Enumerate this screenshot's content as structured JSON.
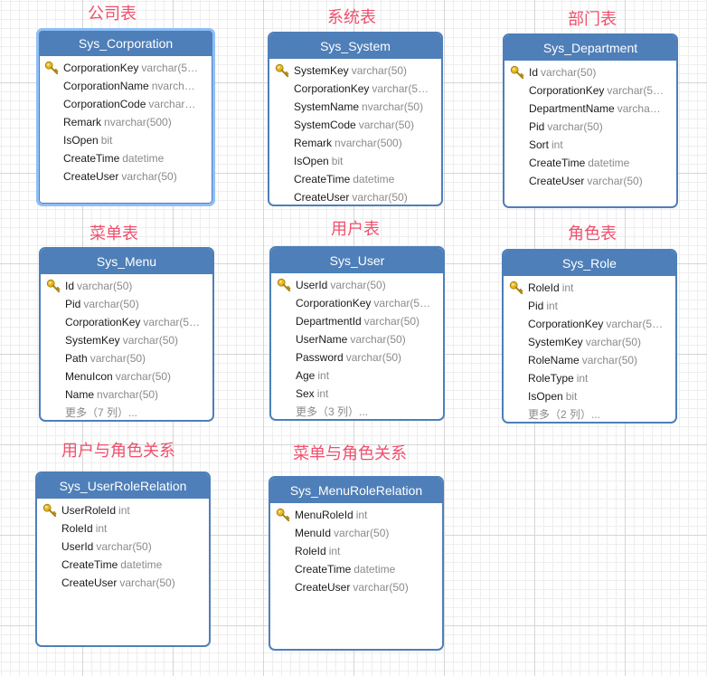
{
  "tables": [
    {
      "id": "corporation",
      "caption": "公司表",
      "name": "Sys_Corporation",
      "selected": true,
      "columns": [
        {
          "name": "CorporationKey",
          "type": "varchar(5…",
          "key": true
        },
        {
          "name": "CorporationName",
          "type": "nvarch…",
          "key": false
        },
        {
          "name": "CorporationCode",
          "type": "varchar…",
          "key": false
        },
        {
          "name": "Remark",
          "type": "nvarchar(500)",
          "key": false
        },
        {
          "name": "IsOpen",
          "type": "bit",
          "key": false
        },
        {
          "name": "CreateTime",
          "type": "datetime",
          "key": false
        },
        {
          "name": "CreateUser",
          "type": "varchar(50)",
          "key": false
        }
      ]
    },
    {
      "id": "system",
      "caption": "系统表",
      "name": "Sys_System",
      "selected": false,
      "columns": [
        {
          "name": "SystemKey",
          "type": "varchar(50)",
          "key": true
        },
        {
          "name": "CorporationKey",
          "type": "varchar(5…",
          "key": false
        },
        {
          "name": "SystemName",
          "type": "nvarchar(50)",
          "key": false
        },
        {
          "name": "SystemCode",
          "type": "varchar(50)",
          "key": false
        },
        {
          "name": "Remark",
          "type": "nvarchar(500)",
          "key": false
        },
        {
          "name": "IsOpen",
          "type": "bit",
          "key": false
        },
        {
          "name": "CreateTime",
          "type": "datetime",
          "key": false
        },
        {
          "name": "CreateUser",
          "type": "varchar(50)",
          "key": false
        }
      ]
    },
    {
      "id": "department",
      "caption": "部门表",
      "name": "Sys_Department",
      "selected": false,
      "columns": [
        {
          "name": "Id",
          "type": "varchar(50)",
          "key": true
        },
        {
          "name": "CorporationKey",
          "type": "varchar(5…",
          "key": false
        },
        {
          "name": "DepartmentName",
          "type": "varcha…",
          "key": false
        },
        {
          "name": "Pid",
          "type": "varchar(50)",
          "key": false
        },
        {
          "name": "Sort",
          "type": "int",
          "key": false
        },
        {
          "name": "CreateTime",
          "type": "datetime",
          "key": false
        },
        {
          "name": "CreateUser",
          "type": "varchar(50)",
          "key": false
        }
      ]
    },
    {
      "id": "menu",
      "caption": "菜单表",
      "name": "Sys_Menu",
      "selected": false,
      "columns": [
        {
          "name": "Id",
          "type": "varchar(50)",
          "key": true
        },
        {
          "name": "Pid",
          "type": "varchar(50)",
          "key": false
        },
        {
          "name": "CorporationKey",
          "type": "varchar(5…",
          "key": false
        },
        {
          "name": "SystemKey",
          "type": "varchar(50)",
          "key": false
        },
        {
          "name": "Path",
          "type": "varchar(50)",
          "key": false
        },
        {
          "name": "MenuIcon",
          "type": "varchar(50)",
          "key": false
        },
        {
          "name": "Name",
          "type": "nvarchar(50)",
          "key": false
        }
      ],
      "more": "更多（7 列）..."
    },
    {
      "id": "user",
      "caption": "用户表",
      "name": "Sys_User",
      "selected": false,
      "columns": [
        {
          "name": "UserId",
          "type": "varchar(50)",
          "key": true
        },
        {
          "name": "CorporationKey",
          "type": "varchar(5…",
          "key": false
        },
        {
          "name": "DepartmentId",
          "type": "varchar(50)",
          "key": false
        },
        {
          "name": "UserName",
          "type": "varchar(50)",
          "key": false
        },
        {
          "name": "Password",
          "type": "varchar(50)",
          "key": false
        },
        {
          "name": "Age",
          "type": "int",
          "key": false
        },
        {
          "name": "Sex",
          "type": "int",
          "key": false
        }
      ],
      "more": "更多（3 列）..."
    },
    {
      "id": "role",
      "caption": "角色表",
      "name": "Sys_Role",
      "selected": false,
      "columns": [
        {
          "name": "RoleId",
          "type": "int",
          "key": true
        },
        {
          "name": "Pid",
          "type": "int",
          "key": false
        },
        {
          "name": "CorporationKey",
          "type": "varchar(5…",
          "key": false
        },
        {
          "name": "SystemKey",
          "type": "varchar(50)",
          "key": false
        },
        {
          "name": "RoleName",
          "type": "varchar(50)",
          "key": false
        },
        {
          "name": "RoleType",
          "type": "int",
          "key": false
        },
        {
          "name": "IsOpen",
          "type": "bit",
          "key": false
        }
      ],
      "more": "更多（2 列）..."
    },
    {
      "id": "user-role-relation",
      "caption": "用户与角色关系",
      "name": "Sys_UserRoleRelation",
      "selected": false,
      "columns": [
        {
          "name": "UserRoleId",
          "type": "int",
          "key": true
        },
        {
          "name": "RoleId",
          "type": "int",
          "key": false
        },
        {
          "name": "UserId",
          "type": "varchar(50)",
          "key": false
        },
        {
          "name": "CreateTime",
          "type": "datetime",
          "key": false
        },
        {
          "name": "CreateUser",
          "type": "varchar(50)",
          "key": false
        }
      ]
    },
    {
      "id": "menu-role-relation",
      "caption": "菜单与角色关系",
      "name": "Sys_MenuRoleRelation",
      "selected": false,
      "columns": [
        {
          "name": "MenuRoleId",
          "type": "int",
          "key": true
        },
        {
          "name": "MenuId",
          "type": "varchar(50)",
          "key": false
        },
        {
          "name": "RoleId",
          "type": "int",
          "key": false
        },
        {
          "name": "CreateTime",
          "type": "datetime",
          "key": false
        },
        {
          "name": "CreateUser",
          "type": "varchar(50)",
          "key": false
        }
      ]
    }
  ],
  "colors": {
    "caption": "#f0506e",
    "header": "#4e7fb8",
    "selected_border": "#8fbdf5",
    "key_icon": "#e8b923",
    "column_type": "#8a8a8a"
  },
  "icons": {
    "primary_key": "key-icon"
  }
}
